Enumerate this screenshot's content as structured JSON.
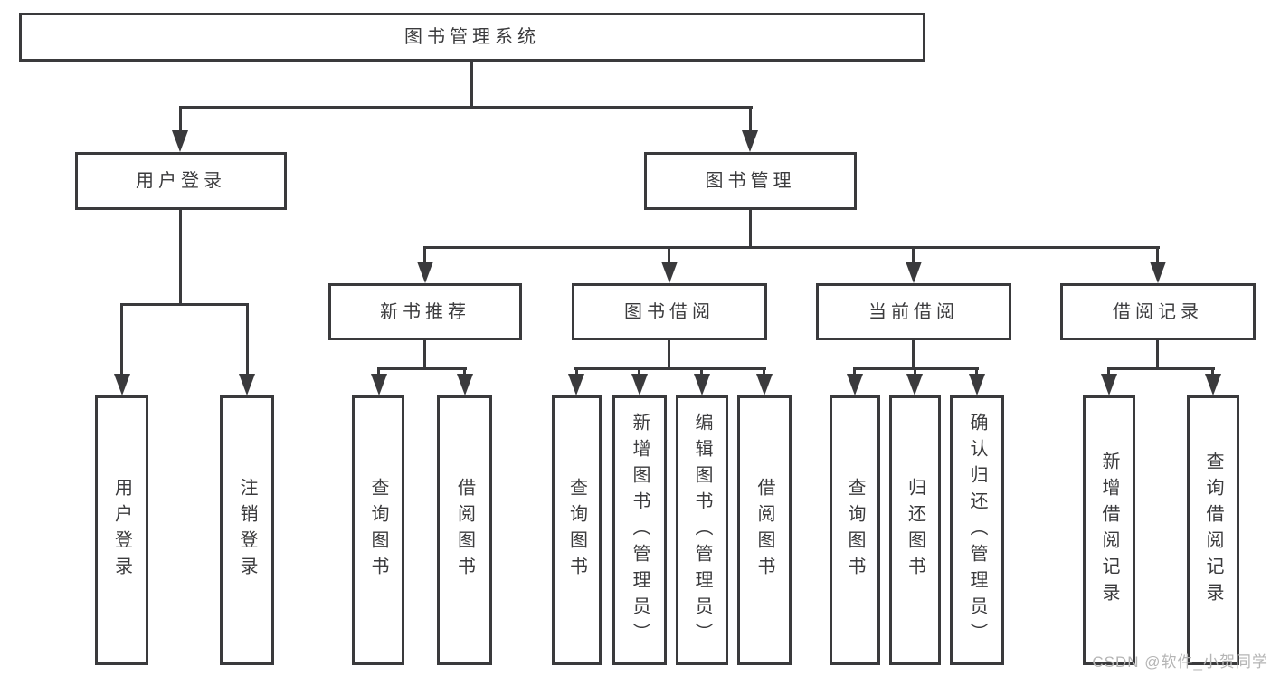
{
  "diagram_type": "hierarchy-tree",
  "colors": {
    "line": "#3a3a3c",
    "text": "#3b3b3d",
    "background": "#ffffff",
    "watermark": "#b5b5b5"
  },
  "watermark": {
    "text": "CSDN @软件_小贺同学"
  },
  "tree": {
    "label": "图书管理系统",
    "children": [
      {
        "label": "用户登录",
        "children": [
          {
            "label": "用户登录"
          },
          {
            "label": "注销登录"
          }
        ]
      },
      {
        "label": "图书管理",
        "children": [
          {
            "label": "新书推荐",
            "children": [
              {
                "label": "查询图书"
              },
              {
                "label": "借阅图书"
              }
            ]
          },
          {
            "label": "图书借阅",
            "children": [
              {
                "label": "查询图书"
              },
              {
                "label": "新增图书（管理员）"
              },
              {
                "label": "编辑图书（管理员）"
              },
              {
                "label": "借阅图书"
              }
            ]
          },
          {
            "label": "当前借阅",
            "children": [
              {
                "label": "查询图书"
              },
              {
                "label": "归还图书"
              },
              {
                "label": "确认归还（管理员）"
              }
            ]
          },
          {
            "label": "借阅记录",
            "children": [
              {
                "label": "新增借阅记录"
              },
              {
                "label": "查询借阅记录"
              }
            ]
          }
        ]
      }
    ]
  }
}
